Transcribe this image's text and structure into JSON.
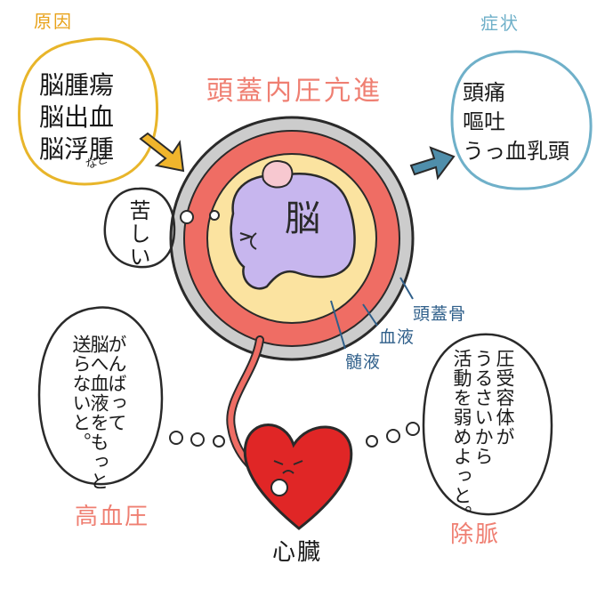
{
  "cause": {
    "label": "原因",
    "items": [
      "脳腫瘍",
      "脳出血",
      "脳浮腫"
    ],
    "etc": "など"
  },
  "title": "頭蓋内圧亢進",
  "symptom": {
    "label": "症状",
    "items": [
      "頭痛",
      "嘔吐",
      "うっ血乳頭"
    ]
  },
  "brain": {
    "label": "脳",
    "speech": "苦しい"
  },
  "layers": {
    "skull": "頭蓋骨",
    "blood": "血液",
    "csf": "髄液"
  },
  "heart": {
    "label": "心臓",
    "speech": [
      "がんばって",
      "脳へ血液をもっと",
      "送らないと。"
    ],
    "effect": "高血圧"
  },
  "baroreceptor": {
    "speech": [
      "圧受容体が",
      "うるさいから",
      "活動を弱めよっと。"
    ],
    "effect": "除脈"
  },
  "colors": {
    "cause_border": "#e8b52a",
    "symptom_border": "#6fb0c9",
    "skull": "#cccccc",
    "blood_layer": "#ef6d64",
    "csf_layer": "#fbe3a0",
    "brain": "#c7b6ee",
    "heart": "#e02626",
    "title": "#ef7f72",
    "arrow_cause": "#f0b52c",
    "arrow_symptom": "#4f8eab"
  }
}
